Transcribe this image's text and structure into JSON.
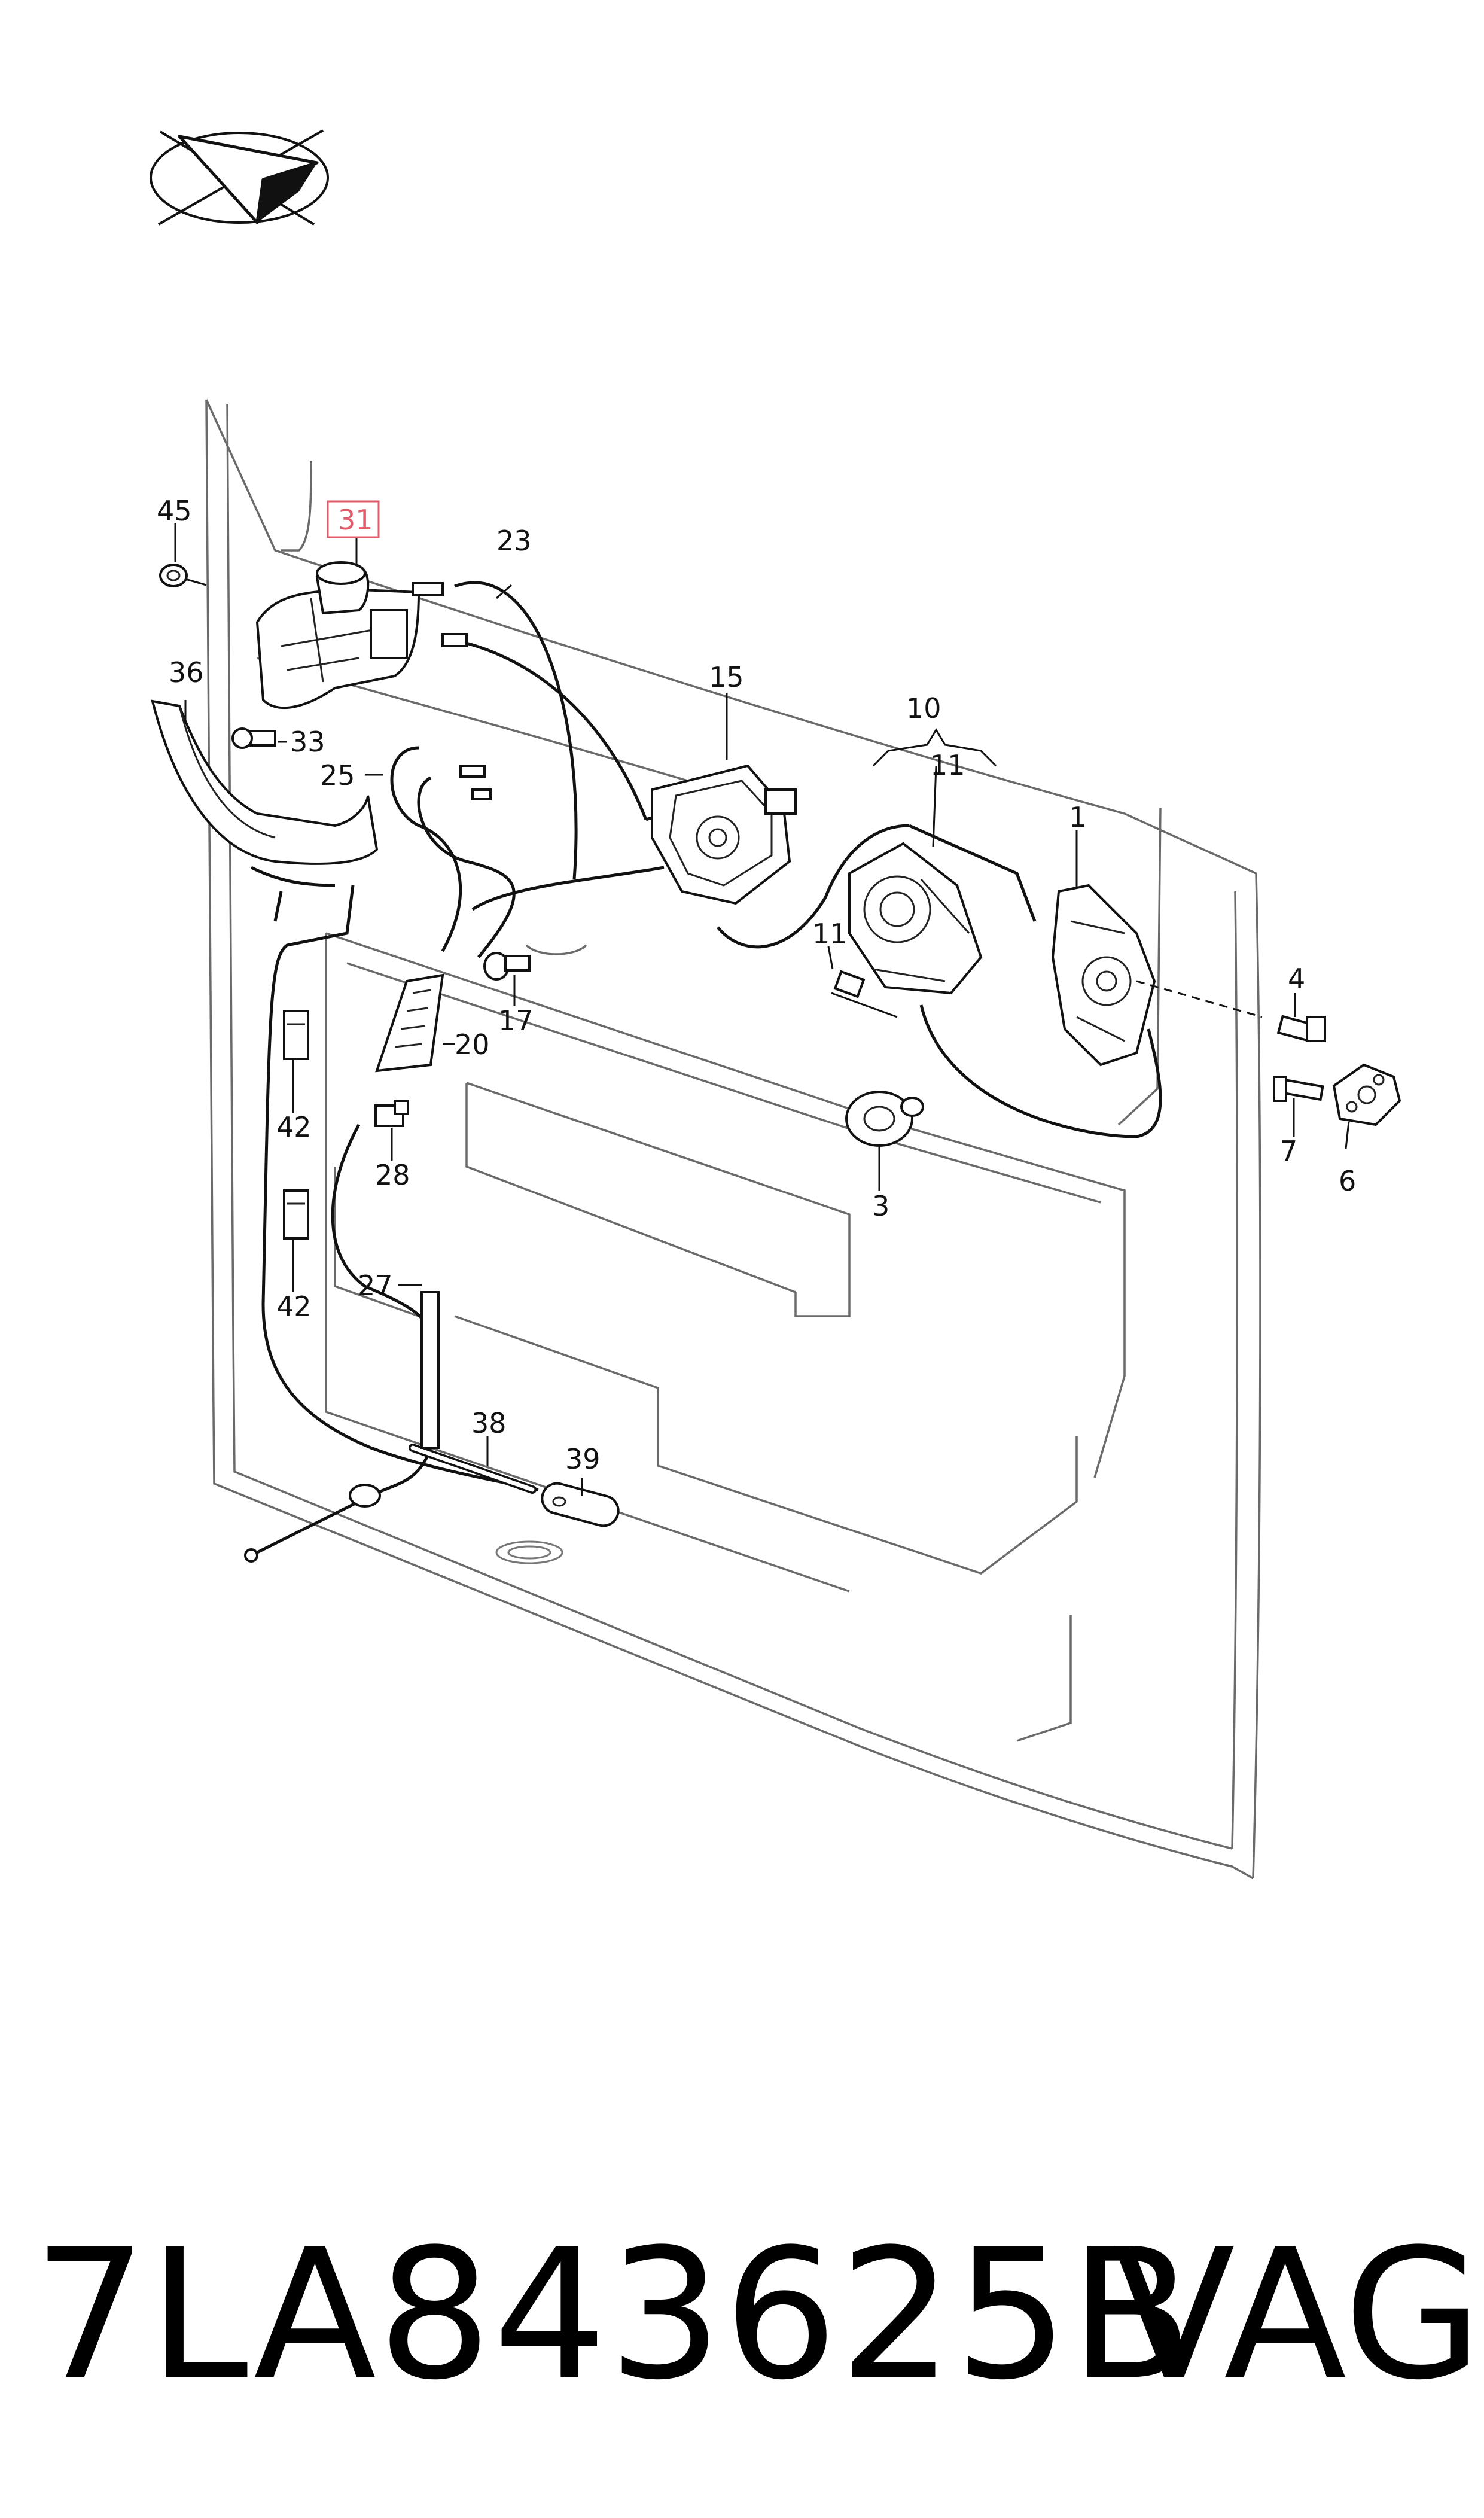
{
  "callouts": {
    "p1": "1",
    "p3": "3",
    "p4": "4",
    "p6": "6",
    "p7": "7",
    "p10": "10",
    "p11a": "11",
    "p11b": "11",
    "p15": "15",
    "p17": "17",
    "p20": "20",
    "p23": "23",
    "p25": "25",
    "p27": "27",
    "p28": "28",
    "p31": "31",
    "p33": "33",
    "p36": "36",
    "p38": "38",
    "p39": "39",
    "p42a": "42",
    "p42b": "42",
    "p45": "45"
  },
  "highlight_color": "#e05a6a",
  "footer": {
    "part_number": "7LA843625B",
    "brand": "VAG"
  }
}
